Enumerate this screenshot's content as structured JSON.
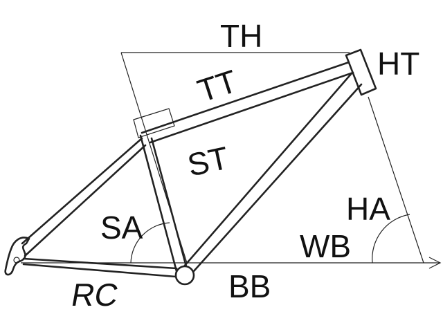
{
  "labels": {
    "th": "TH",
    "tt": "TT",
    "ht": "HT",
    "st": "ST",
    "sa": "SA",
    "ha": "HA",
    "wb": "WB",
    "bb": "BB",
    "rc": "RC"
  },
  "colors": {
    "line": "#222222",
    "background": "#ffffff"
  }
}
